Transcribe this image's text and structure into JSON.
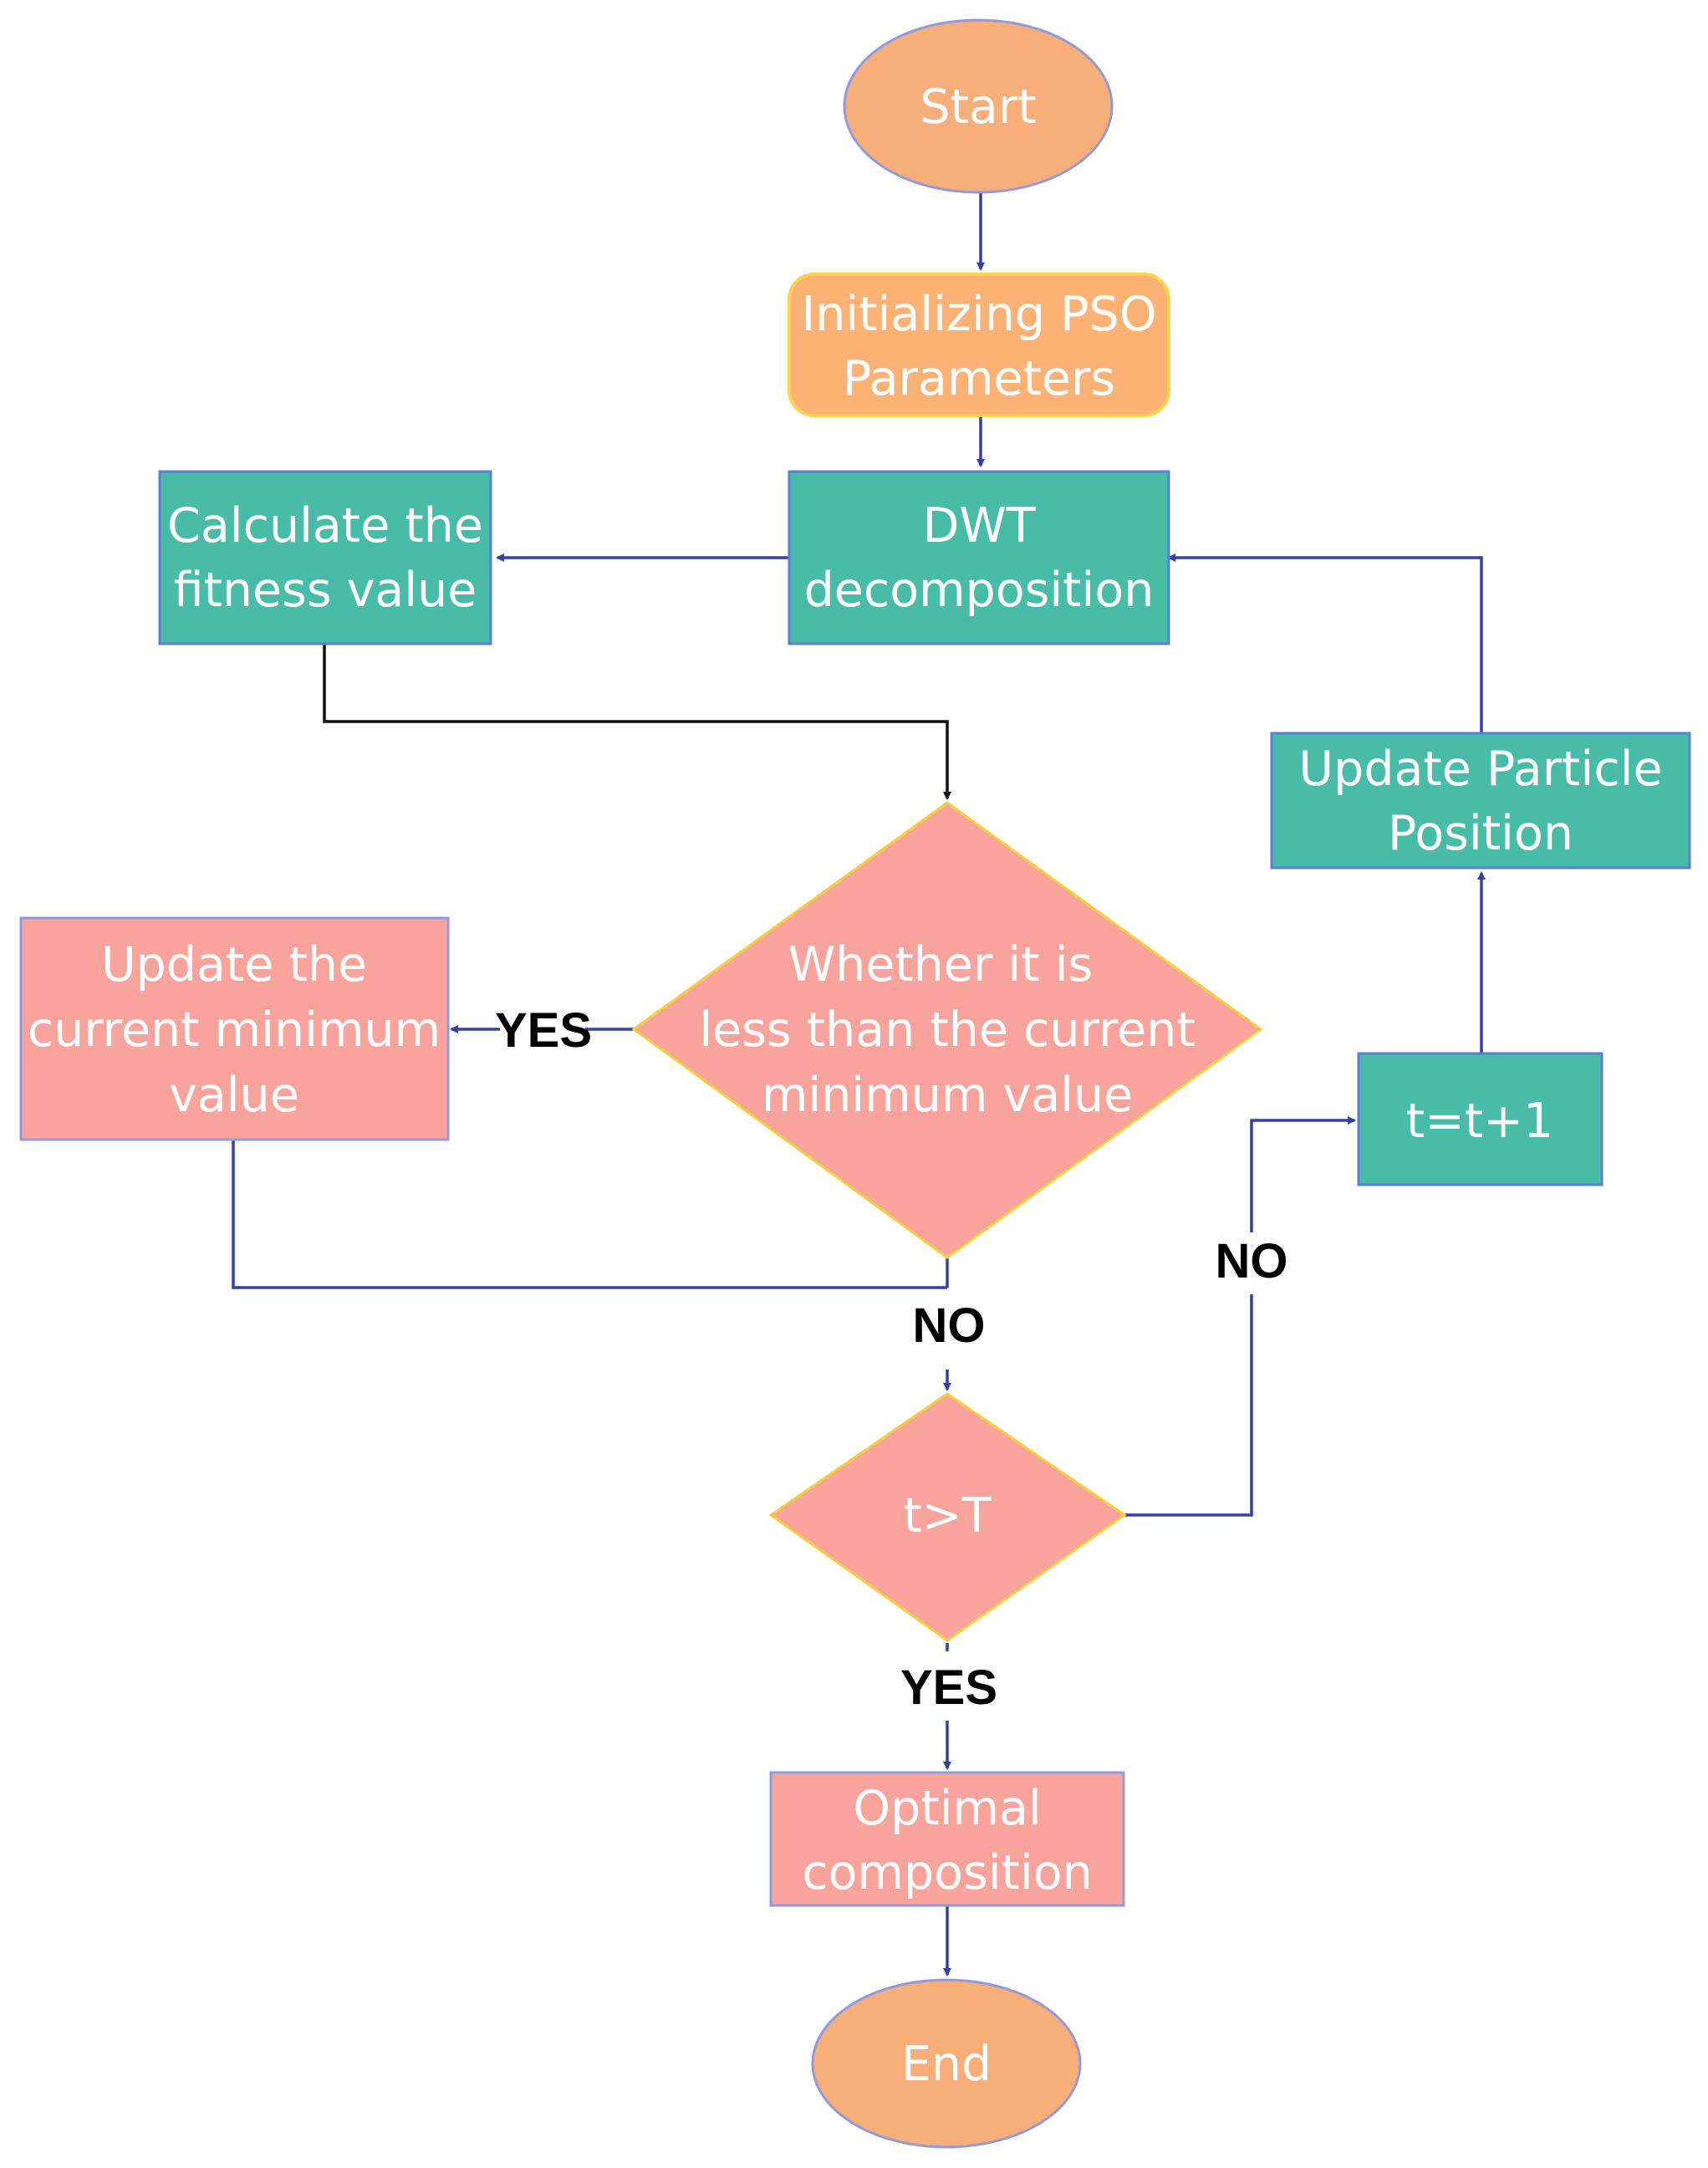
{
  "colors": {
    "terminal_fill": "#f8ae78",
    "orange_box_fill": "#fbb274",
    "orange_box_stroke": "#fbd34d",
    "teal_fill": "#48bca6",
    "teal_stroke": "#5b7ed6",
    "pink_fill": "#f9a39d",
    "pink_stroke": "#8f9be0",
    "diamond_stroke": "#f5cf3c",
    "arrow_blue": "#3540a6",
    "arrow_black": "#111111"
  },
  "nodes": {
    "start": "Start",
    "init": [
      "Initializing PSO",
      "Parameters"
    ],
    "dwt": [
      "DWT",
      "decomposition"
    ],
    "fitness": [
      "Calculate the",
      "fitness value"
    ],
    "decision_min": [
      "Whether it is",
      "less than the current",
      "minimum value"
    ],
    "update_min": [
      "Update the",
      "current minimum",
      "value"
    ],
    "update_particle": [
      "Update Particle",
      "Position"
    ],
    "increment": "t=t+1",
    "decision_t": "t>T",
    "optimal": [
      "Optimal",
      "composition"
    ],
    "end": "End"
  },
  "edge_labels": {
    "yes_update_min": "YES",
    "no_to_t_check": "NO",
    "no_to_increment": "NO",
    "yes_to_optimal": "YES"
  }
}
